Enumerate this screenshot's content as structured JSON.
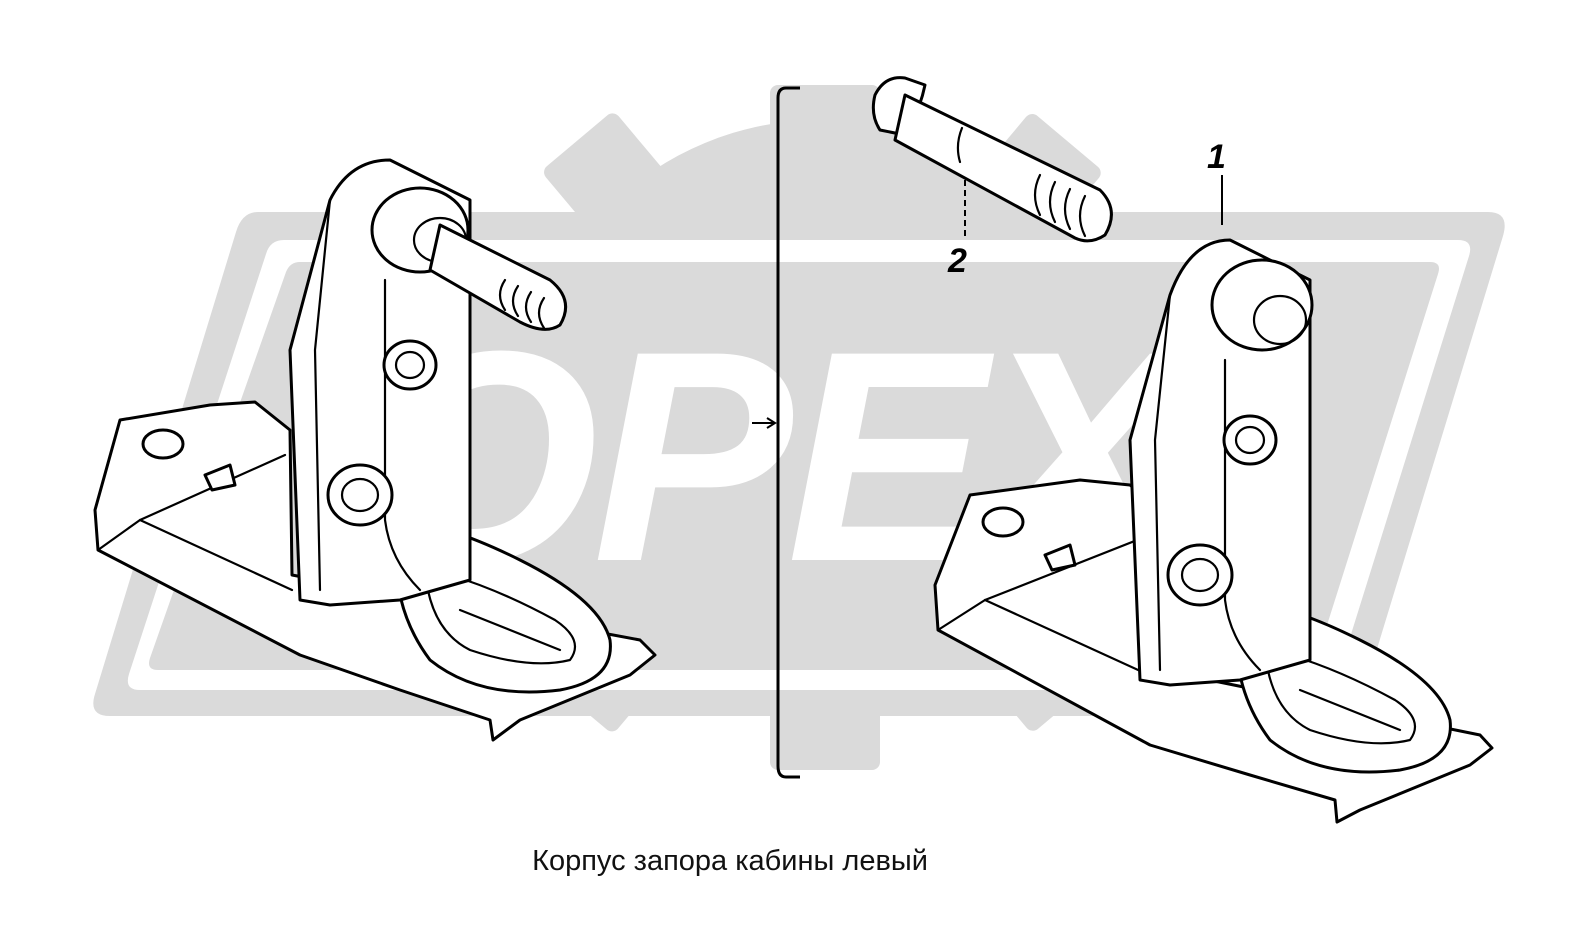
{
  "diagram": {
    "caption": "Корпус запора кабины левый",
    "callouts": [
      {
        "id": "1",
        "label": "1"
      },
      {
        "id": "2",
        "label": "2"
      }
    ],
    "watermark": {
      "text": "OPEX",
      "color": "#dcdcdc"
    }
  }
}
